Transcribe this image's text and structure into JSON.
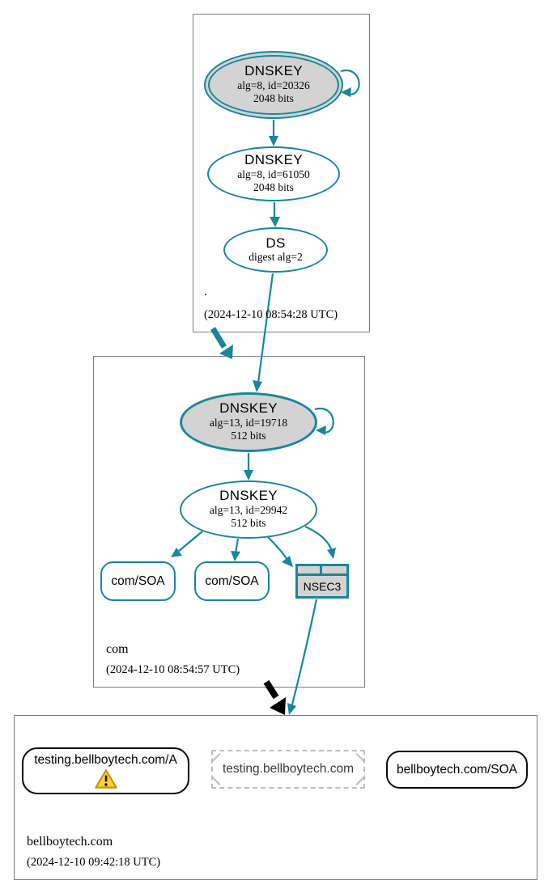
{
  "diagram": {
    "kind": "dnssec-authentication-chain-graph",
    "zones": {
      "root": {
        "label": ".",
        "timestamp": "(2024-12-10 08:54:28 UTC)",
        "nodes": {
          "ksk": {
            "title": "DNSKEY",
            "detail1": "alg=8, id=20326",
            "detail2": "2048 bits"
          },
          "zsk": {
            "title": "DNSKEY",
            "detail1": "alg=8, id=61050",
            "detail2": "2048 bits"
          },
          "ds": {
            "title": "DS",
            "detail1": "digest alg=2"
          }
        }
      },
      "com": {
        "label": "com",
        "timestamp": "(2024-12-10 08:54:57 UTC)",
        "nodes": {
          "ksk": {
            "title": "DNSKEY",
            "detail1": "alg=13, id=19718",
            "detail2": "512 bits"
          },
          "zsk": {
            "title": "DNSKEY",
            "detail1": "alg=13, id=29942",
            "detail2": "512 bits"
          },
          "soa_left": {
            "label": "com/SOA"
          },
          "soa_right": {
            "label": "com/SOA"
          },
          "nsec3": {
            "label": "NSEC3"
          }
        }
      },
      "bellboytech": {
        "label": "bellboytech.com",
        "timestamp": "(2024-12-10 09:42:18 UTC)",
        "nodes": {
          "a_rrset": {
            "label": "testing.bellboytech.com/A",
            "icon": "warning-triangle"
          },
          "nxname": {
            "label": "testing.bellboytech.com"
          },
          "soa": {
            "label": "bellboytech.com/SOA"
          }
        }
      }
    },
    "colors": {
      "secure_teal": "#17879b",
      "node_fill_gray": "#d3d3d3",
      "zone_box_border": "#7f7f7f",
      "warning_fill": "#fbd42c",
      "warning_border": "#c9940d",
      "bogus_black": "#000000",
      "nonexistent_dashed": "#bdbdbd"
    }
  }
}
